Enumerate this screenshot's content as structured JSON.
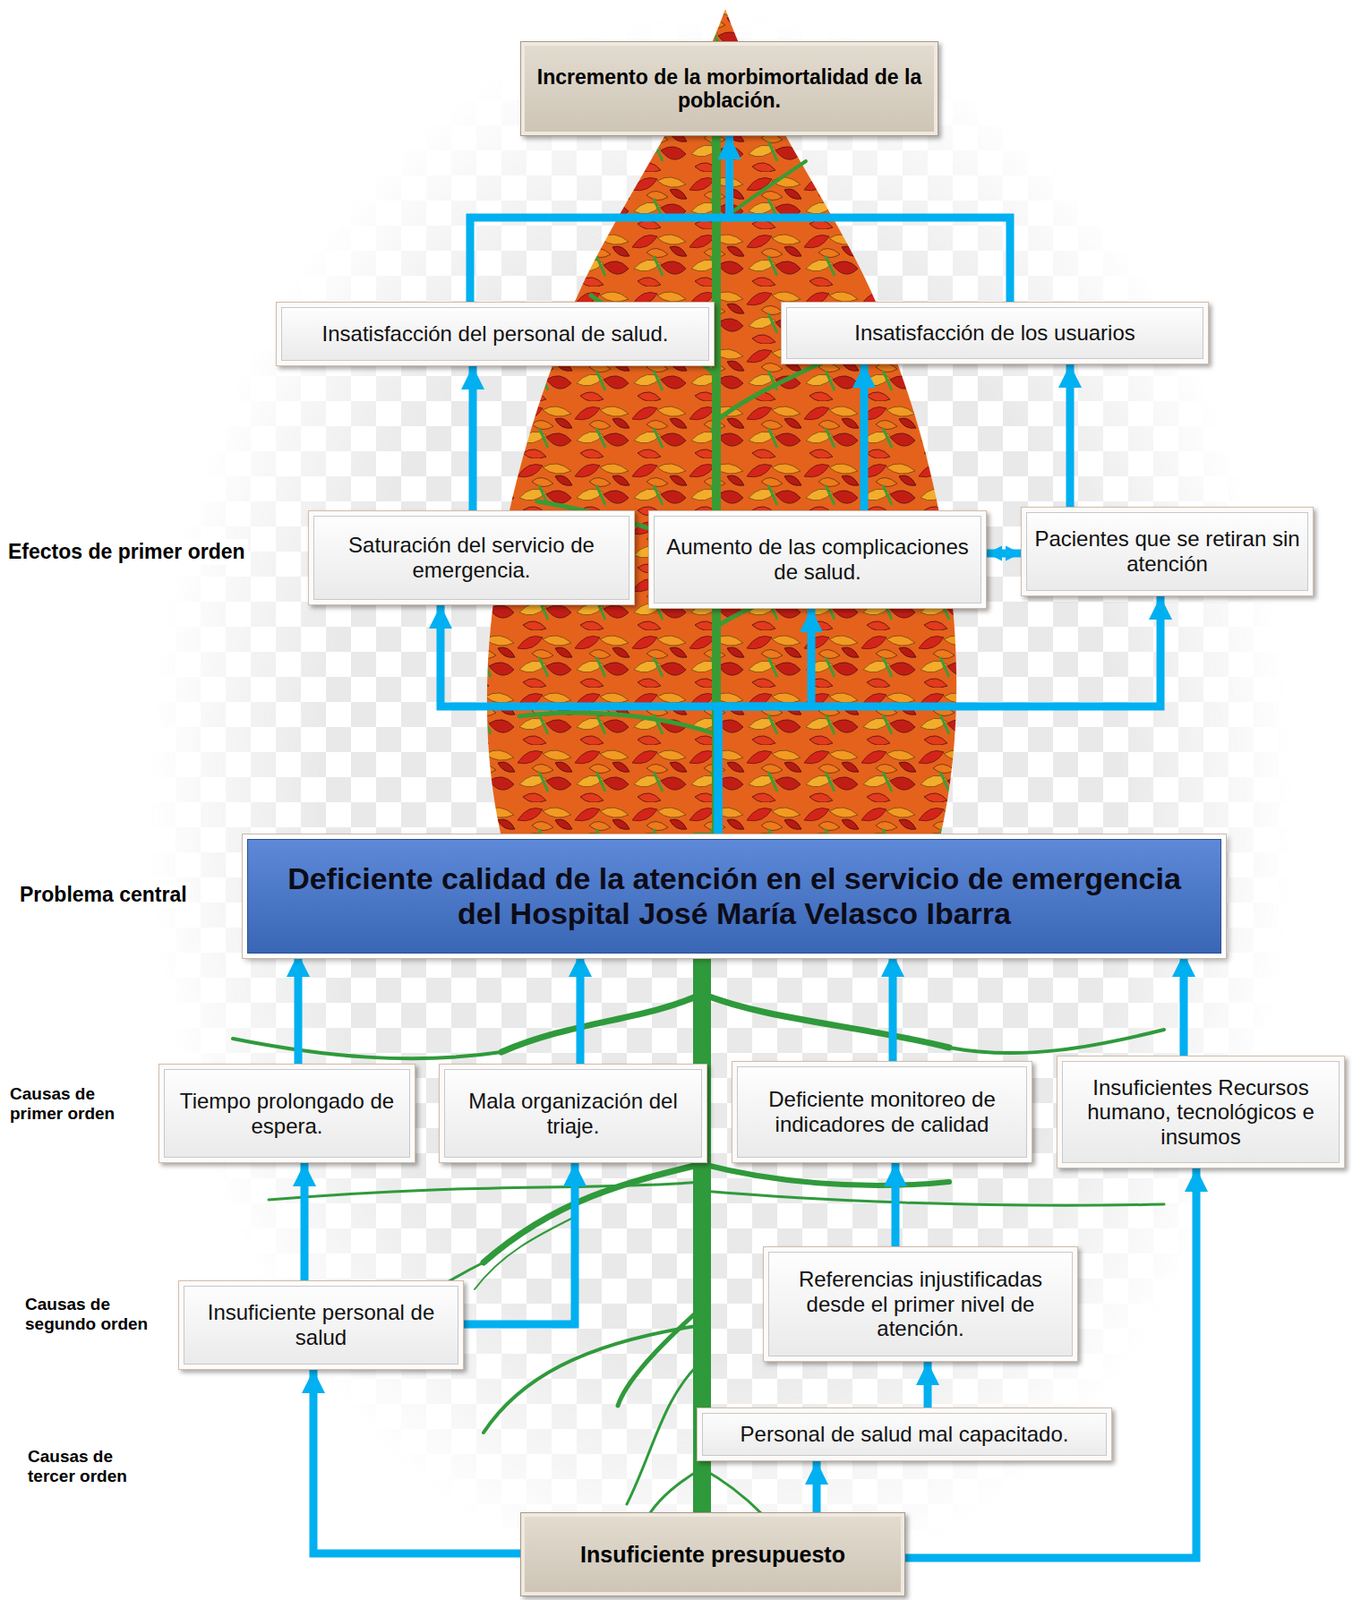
{
  "diagram": {
    "nodes": [
      {
        "text": [
          "Incremento de la morbimortalidad de la población."
        ]
      },
      {
        "text": [
          "Insatisfacción del personal de salud."
        ]
      },
      {
        "text": [
          "Insatisfacción de los usuarios"
        ]
      },
      {
        "text": [
          "Saturación del servicio de emergencia."
        ]
      },
      {
        "text": [
          "Aumento de las complicaciones de salud."
        ]
      },
      {
        "text": [
          "Pacientes que se retiran sin atención"
        ]
      },
      {
        "text": [
          "Deficiente calidad de la atención en el servicio de emergencia del Hospital José María Velasco Ibarra"
        ]
      },
      {
        "text": [
          "Tiempo prolongado de espera."
        ]
      },
      {
        "text": [
          "Mala organización del triaje."
        ]
      },
      {
        "text": [
          "Deficiente monitoreo de indicadores de calidad"
        ]
      },
      {
        "text": [
          "Insuficientes Recursos humano, tecnológicos e insumos"
        ]
      },
      {
        "text": [
          "Insuficiente personal de salud"
        ]
      },
      {
        "text": [
          "Referencias injustificadas desde el primer nivel de atención."
        ]
      },
      {
        "text": [
          "Personal de salud mal capacitado."
        ]
      },
      {
        "text": [
          "Insuficiente presupuesto"
        ]
      }
    ],
    "edges": [
      {
        "from": 1,
        "to": 0,
        "arrow": "to"
      },
      {
        "from": 2,
        "to": 0,
        "arrow": "to"
      },
      {
        "from": 3,
        "to": 1,
        "arrow": "to"
      },
      {
        "from": 4,
        "to": 2,
        "arrow": "to"
      },
      {
        "from": 5,
        "to": 2,
        "arrow": "to"
      },
      {
        "from": 4,
        "to": 5,
        "arrow": "both"
      },
      {
        "from": 6,
        "to": 3,
        "arrow": "to"
      },
      {
        "from": 6,
        "to": 4,
        "arrow": "to"
      },
      {
        "from": 6,
        "to": 5,
        "arrow": "to"
      },
      {
        "from": 7,
        "to": 6,
        "arrow": "to"
      },
      {
        "from": 8,
        "to": 6,
        "arrow": "to"
      },
      {
        "from": 9,
        "to": 6,
        "arrow": "to"
      },
      {
        "from": 10,
        "to": 6,
        "arrow": "to"
      },
      {
        "from": 11,
        "to": 7,
        "arrow": "to"
      },
      {
        "from": 11,
        "to": 8,
        "arrow": "to"
      },
      {
        "from": 12,
        "to": 9,
        "arrow": "to"
      },
      {
        "from": 13,
        "to": 12,
        "arrow": "to"
      },
      {
        "from": 14,
        "to": 11,
        "arrow": "to"
      },
      {
        "from": 14,
        "to": 13,
        "arrow": "to"
      },
      {
        "from": 14,
        "to": 10,
        "arrow": "to"
      }
    ],
    "labels": [
      "Efectos de primer orden",
      "Problema central",
      "Causas de primer orden",
      "Causas de segundo orden",
      "Causas de tercer orden"
    ]
  }
}
